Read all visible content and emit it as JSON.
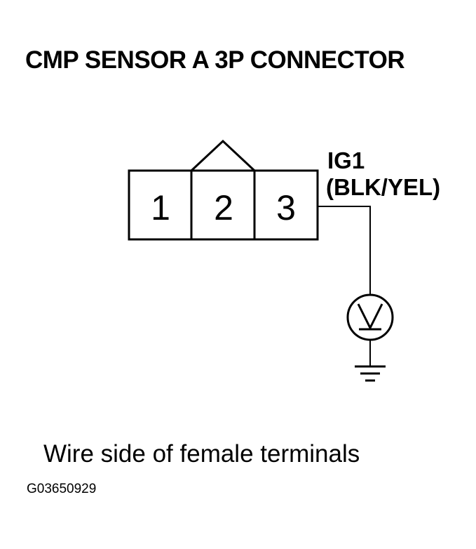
{
  "diagram": {
    "title": "CMP SENSOR A 3P CONNECTOR",
    "connector": {
      "pins": [
        "1",
        "2",
        "3"
      ]
    },
    "wire": {
      "circuit": "IG1",
      "color": "(BLK/YEL)"
    },
    "meter_icon": "voltmeter-icon",
    "ground_icon": "ground-icon",
    "caption": "Wire side of female terminals",
    "figure_code": "G03650929"
  }
}
